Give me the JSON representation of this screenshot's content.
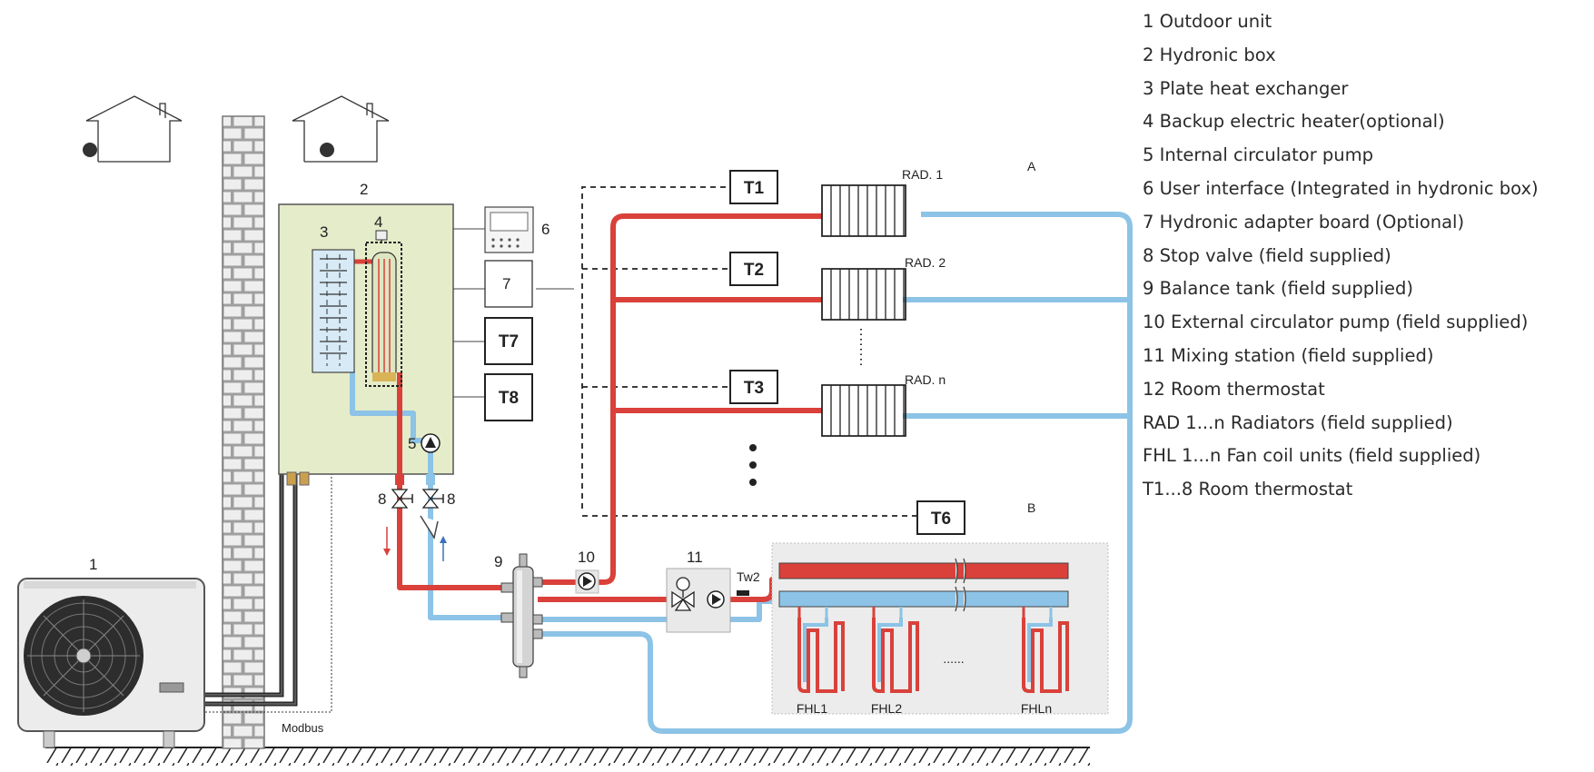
{
  "diagram": {
    "labels": {
      "house_left": "",
      "house_right": "",
      "outdoor_unit_num": "1",
      "hydronic_box_num": "2",
      "plate_hx_num": "3",
      "heater_num": "4",
      "pump5_num": "5",
      "ui_num": "6",
      "board_num": "7",
      "t7": "T7",
      "t8": "T8",
      "stop_valve_left_num": "8",
      "stop_valve_right_num": "8",
      "balance_tank_num": "9",
      "pump10_num": "10",
      "mixing_num": "11",
      "t1": "T1",
      "t2": "T2",
      "t3": "T3",
      "t6": "T6",
      "rad1": "RAD. 1",
      "rad2": "RAD. 2",
      "radn": "RAD. n",
      "zone_a": "A",
      "zone_b": "B",
      "tw2": "Tw2",
      "fhl1": "FHL1",
      "fhl2": "FHL2",
      "fhln": "FHLn",
      "fhl_dots": "......",
      "modbus": "Modbus"
    },
    "colors": {
      "hot_pipe": "#d9413a",
      "cold_pipe": "#8cc3e6",
      "box_fill": "#e5ecc9",
      "brick": "#a8a8a8",
      "mix_panel": "#ececec"
    }
  },
  "legend": {
    "items": [
      "1 Outdoor unit",
      "2 Hydronic box",
      "3 Plate heat exchanger",
      "4 Backup electric heater(optional)",
      "5 Internal circulator pump",
      "6 User interface (Integrated in hydronic box)",
      "7 Hydronic adapter board (Optional)",
      "8 Stop valve (field supplied)",
      "9 Balance tank (field supplied)",
      "10 External circulator pump (field supplied)",
      "11 Mixing station (field supplied)",
      "12 Room thermostat",
      "RAD 1...n Radiators (field supplied)",
      "FHL 1...n Fan coil units (field supplied)",
      "T1...8 Room thermostat"
    ]
  }
}
